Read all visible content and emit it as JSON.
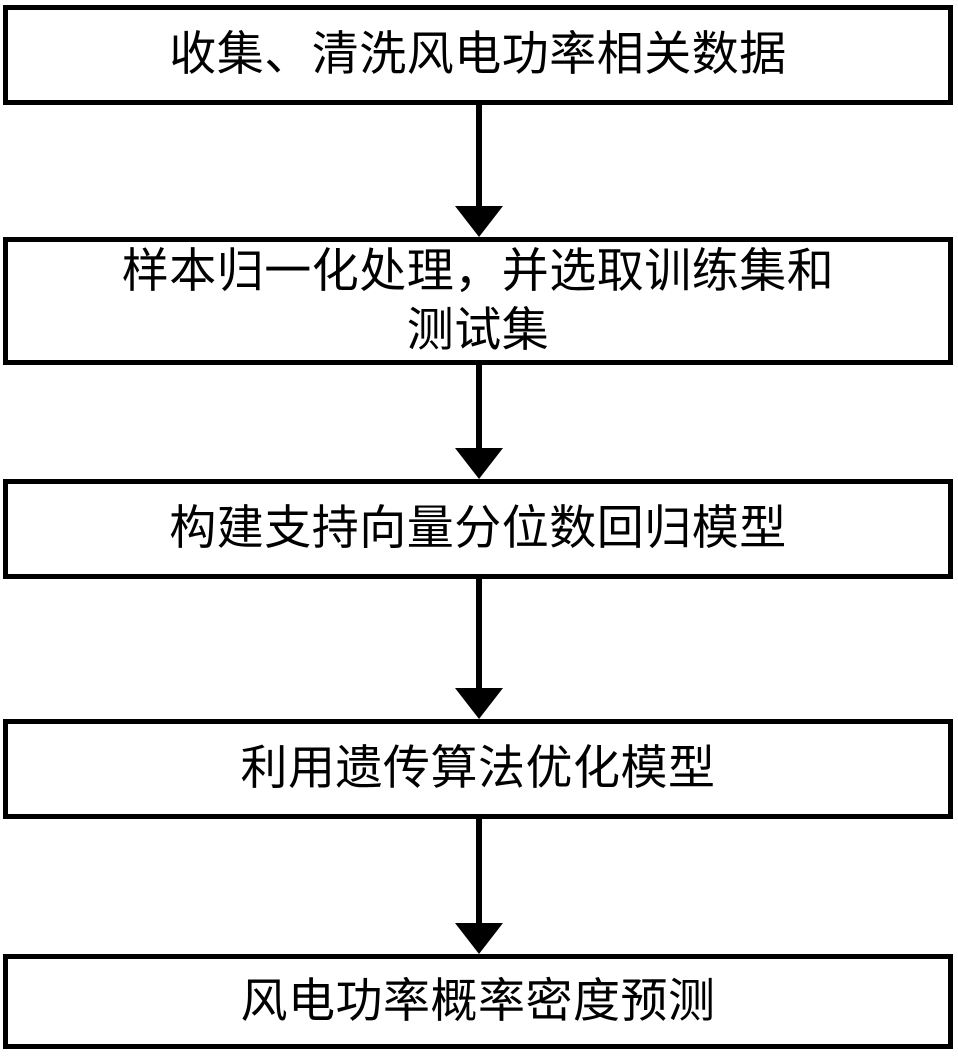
{
  "diagram": {
    "type": "flowchart",
    "orientation": "vertical-top-to-bottom",
    "language": "zh-CN",
    "colors": {
      "background": "#ffffff",
      "box_border": "#000000",
      "box_fill": "#ffffff",
      "text": "#000000",
      "arrow": "#000000"
    },
    "nodes": [
      {
        "id": "node-1",
        "shape": "rectangle",
        "label": "收集、清洗风电功率相关数据",
        "lines": 1
      },
      {
        "id": "node-2",
        "shape": "rectangle",
        "label": "样本归一化处理，并选取训练集和\n测试集",
        "lines": 2
      },
      {
        "id": "node-3",
        "shape": "rectangle",
        "label": "构建支持向量分位数回归模型",
        "lines": 1
      },
      {
        "id": "node-4",
        "shape": "rectangle",
        "label": "利用遗传算法优化模型",
        "lines": 1
      },
      {
        "id": "node-5",
        "shape": "rectangle",
        "label": "风电功率概率密度预测",
        "lines": 1
      }
    ],
    "connectors": [
      {
        "id": "arrow-1",
        "from": "node-1",
        "to": "node-2",
        "icon": "down-arrow-icon"
      },
      {
        "id": "arrow-2",
        "from": "node-2",
        "to": "node-3",
        "icon": "down-arrow-icon"
      },
      {
        "id": "arrow-3",
        "from": "node-3",
        "to": "node-4",
        "icon": "down-arrow-icon"
      },
      {
        "id": "arrow-4",
        "from": "node-4",
        "to": "node-5",
        "icon": "down-arrow-icon"
      }
    ]
  }
}
